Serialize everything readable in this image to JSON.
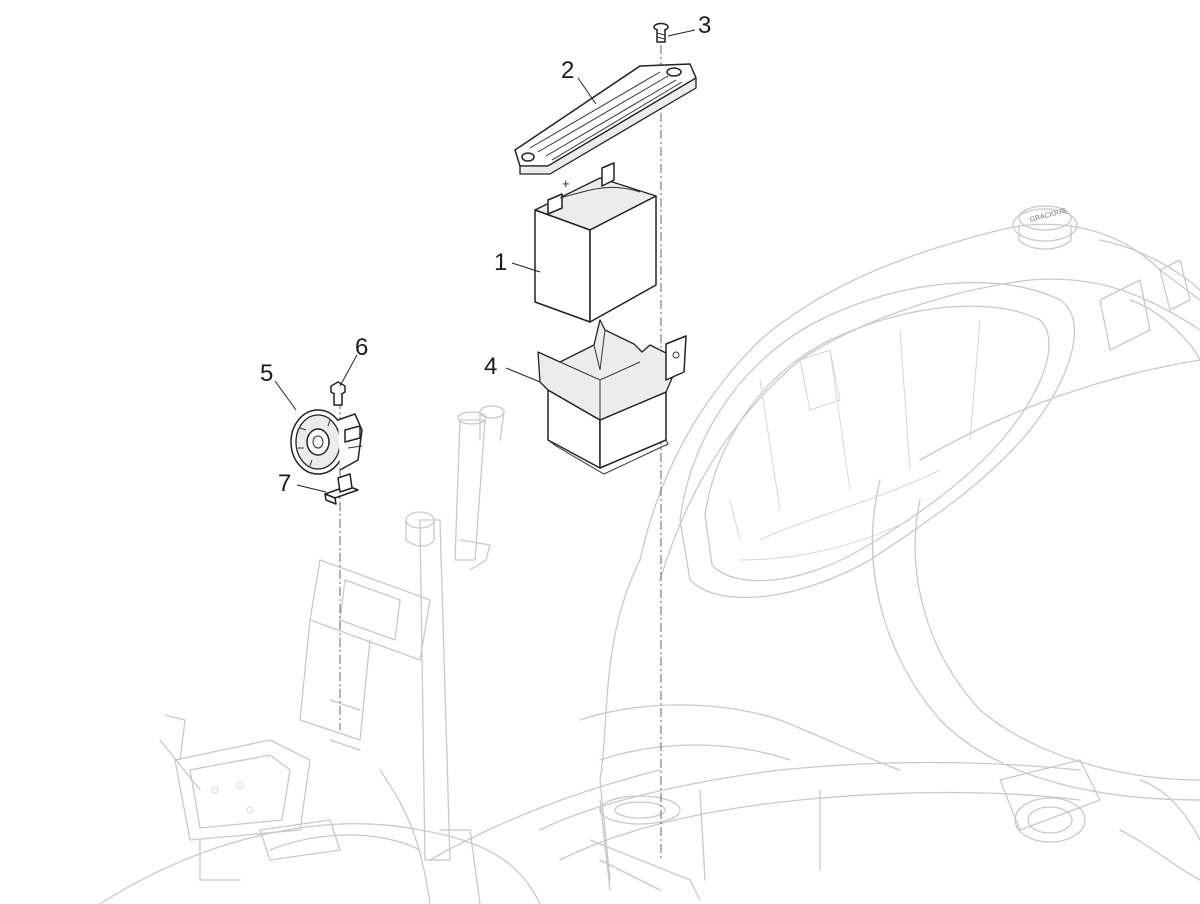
{
  "diagram": {
    "callouts": [
      {
        "id": "1",
        "label": "1"
      },
      {
        "id": "2",
        "label": "2"
      },
      {
        "id": "3",
        "label": "3"
      },
      {
        "id": "4",
        "label": "4"
      },
      {
        "id": "5",
        "label": "5"
      },
      {
        "id": "6",
        "label": "6"
      },
      {
        "id": "7",
        "label": "7"
      }
    ],
    "battery_symbol": "+",
    "cap_text": "GRACIOUS"
  }
}
